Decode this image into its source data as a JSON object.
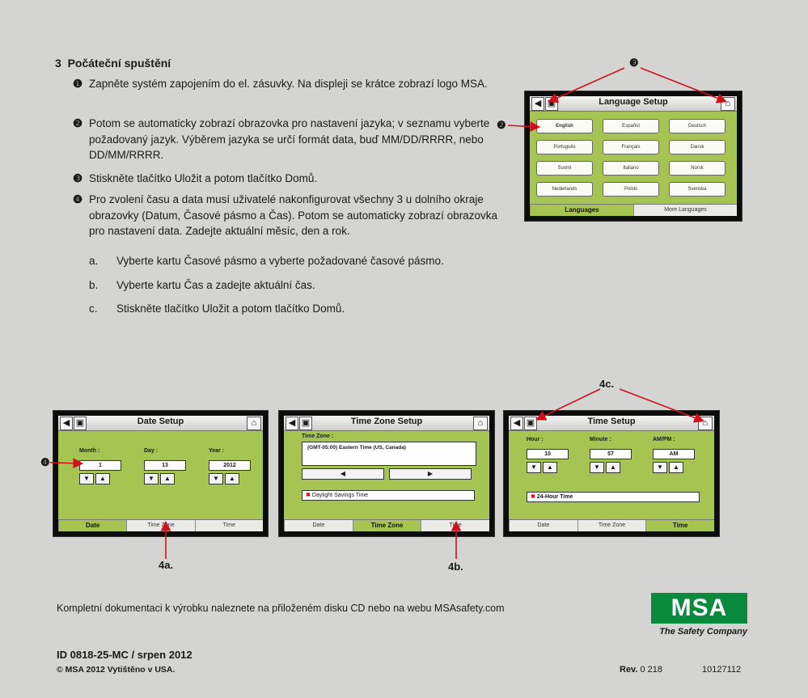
{
  "section": {
    "number": "3",
    "title": "Počáteční spuštění"
  },
  "steps": [
    {
      "bullet": "❶",
      "text": "Zapněte systém zapojením do el. zásuvky. Na displeji se krátce zobrazí logo MSA."
    },
    {
      "bullet": "❷",
      "text": "Potom se automaticky zobrazí obrazovka pro nastavení jazyka; v seznamu vyberte požadovaný jazyk. Výběrem jazyka se určí formát data, buď MM/DD/RRRR, nebo DD/MM/RRRR."
    },
    {
      "bullet": "❸",
      "text": "Stiskněte tlačítko Uložit a potom tlačítko Domů."
    },
    {
      "bullet": "❹",
      "text": "Pro zvolení času a data musí uživatelé nakonfigurovat všechny 3 u dolního okraje obrazovky (Datum, Časové pásmo a Čas). Potom se automaticky zobrazí obrazovka pro nastavení data. Zadejte aktuální měsíc, den a rok."
    }
  ],
  "substeps": [
    {
      "letter": "a.",
      "text": "Vyberte kartu Časové pásmo a vyberte požadované časové pásmo."
    },
    {
      "letter": "b.",
      "text": "Vyberte kartu Čas a zadejte aktuální čas."
    },
    {
      "letter": "c.",
      "text": "Stiskněte tlačítko Uložit a potom tlačítko Domů."
    }
  ],
  "language_screen": {
    "title": "Language Setup",
    "languages": [
      "English",
      "Español",
      "Deutsch",
      "Português",
      "Français",
      "Dansk",
      "Suomi",
      "Italiano",
      "Norsk",
      "Nederlands",
      "Polski",
      "Svenska"
    ],
    "tabs": [
      "Languages",
      "More Languages"
    ]
  },
  "date_screen": {
    "title": "Date Setup",
    "fields": [
      {
        "label": "Month :",
        "value": "1"
      },
      {
        "label": "Day :",
        "value": "13"
      },
      {
        "label": "Year :",
        "value": "2012"
      }
    ],
    "tabs": [
      "Date",
      "Time Zone",
      "Time"
    ]
  },
  "timezone_screen": {
    "title": "Time Zone Setup",
    "label": "Time Zone :",
    "value": "(GMT-05:00) Eastern Time (US, Canada)",
    "dst": "Daylight Savings Time",
    "tabs": [
      "Date",
      "Time Zone",
      "Time"
    ]
  },
  "time_screen": {
    "title": "Time Setup",
    "fields": [
      {
        "label": "Hour :",
        "value": "10"
      },
      {
        "label": "Minute :",
        "value": "57"
      },
      {
        "label": "AM/PM :",
        "value": "AM"
      }
    ],
    "h24": "24-Hour Time",
    "tabs": [
      "Date",
      "Time Zone",
      "Time"
    ]
  },
  "markers": {
    "m2": "❷",
    "m3": "❸",
    "m4": "❹",
    "a4": "4a.",
    "b4": "4b.",
    "c4": "4c."
  },
  "footer": {
    "doc_note": "Kompletní dokumentaci k výrobku naleznete na přiloženém disku CD nebo na webu MSAsafety.com",
    "id": "ID 0818-25-MC / srpen 2012",
    "copyright": "© MSA 2012 Vytištěno v USA.",
    "rev_label": "Rev.",
    "rev_value": "0 218",
    "part": "10127112",
    "logo": "MSA",
    "tagline": "The Safety Company"
  },
  "colors": {
    "screen": "#a6c451",
    "arrow": "#d0101a",
    "logo": "#0a8a3c"
  }
}
